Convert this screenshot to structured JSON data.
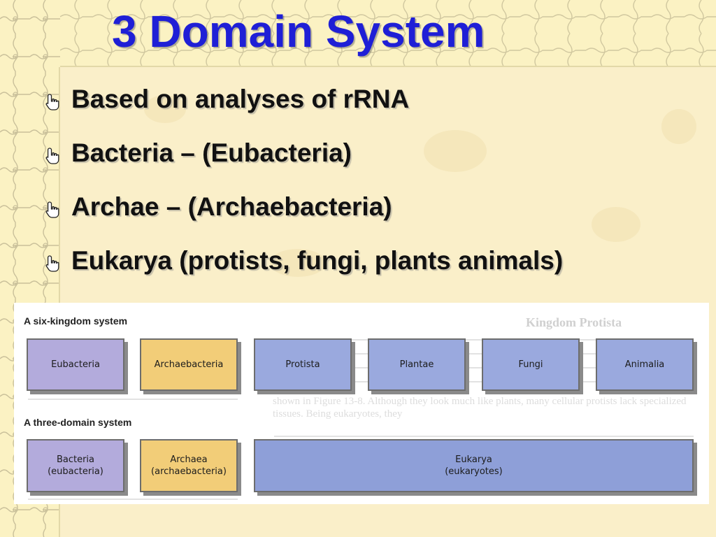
{
  "slide": {
    "title": "3 Domain System",
    "bullets": [
      "Based on analyses of rRNA",
      "Bacteria – (Eubacteria)",
      "Archae – (Archaebacteria)",
      "Eukarya (protists, fungi, plants animals)"
    ],
    "bullet_icon": "hand-pointer-icon"
  },
  "figure": {
    "six_kingdom": {
      "label": "A six-kingdom system",
      "boxes": [
        {
          "name": "Eubacteria",
          "color": "#b3abdc"
        },
        {
          "name": "Archaebacteria",
          "color": "#f2cd78"
        },
        {
          "name": "Protista",
          "color": "#9aa9de"
        },
        {
          "name": "Plantae",
          "color": "#9aa9de"
        },
        {
          "name": "Fungi",
          "color": "#9aa9de"
        },
        {
          "name": "Animalia",
          "color": "#9aa9de"
        }
      ]
    },
    "three_domain": {
      "label": "A three-domain system",
      "boxes": [
        {
          "line1": "Bacteria",
          "line2": "(eubacteria)",
          "color": "#b3abdc"
        },
        {
          "line1": "Archaea",
          "line2": "(archaebacteria)",
          "color": "#f2cd78"
        },
        {
          "line1": "Eukarya",
          "line2": "(eukaryotes)",
          "color": "#8e9fd8"
        }
      ]
    },
    "background_page": {
      "heading": "Kingdom Protista",
      "visible_fragment": "shown in Figure 13-8. Although they look much like plants, many cellular protists lack specialized tissues. Being eukaryotes, they"
    }
  },
  "colors": {
    "title": "#1f1fd6",
    "bullet_text": "#111111",
    "background": "#fcf4c9"
  }
}
